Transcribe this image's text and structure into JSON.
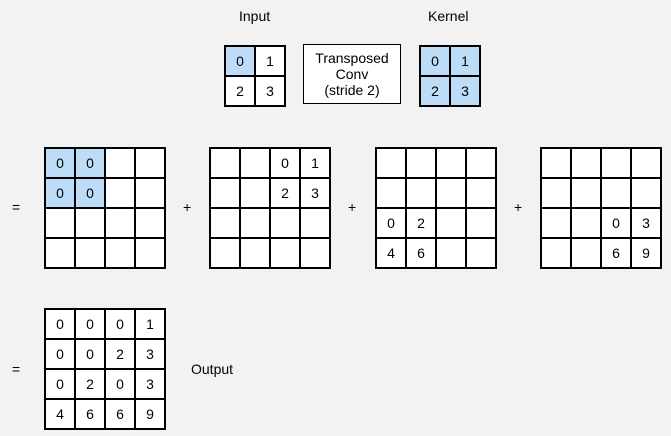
{
  "labels": {
    "input": "Input",
    "kernel": "Kernel",
    "output": "Output"
  },
  "operation": {
    "line1": "Transposed",
    "line2": "Conv",
    "line3": "(stride 2)"
  },
  "symbols": {
    "equals": "=",
    "plus": "+"
  },
  "input": {
    "cells": [
      "0",
      "1",
      "2",
      "3"
    ],
    "highlight": [
      true,
      false,
      false,
      false
    ]
  },
  "kernel": {
    "cells": [
      "0",
      "1",
      "2",
      "3"
    ],
    "highlight": [
      true,
      true,
      true,
      true
    ]
  },
  "partials": [
    {
      "cells": [
        "0",
        "0",
        "",
        "",
        "0",
        "0",
        "",
        "",
        "",
        "",
        "",
        "",
        "",
        "",
        "",
        ""
      ],
      "highlight": [
        true,
        true,
        false,
        false,
        true,
        true,
        false,
        false,
        false,
        false,
        false,
        false,
        false,
        false,
        false,
        false
      ]
    },
    {
      "cells": [
        "",
        "",
        "0",
        "1",
        "",
        "",
        "2",
        "3",
        "",
        "",
        "",
        "",
        "",
        "",
        "",
        ""
      ],
      "highlight": [
        false,
        false,
        false,
        false,
        false,
        false,
        false,
        false,
        false,
        false,
        false,
        false,
        false,
        false,
        false,
        false
      ]
    },
    {
      "cells": [
        "",
        "",
        "",
        "",
        "",
        "",
        "",
        "",
        "0",
        "2",
        "",
        "",
        "4",
        "6",
        "",
        ""
      ],
      "highlight": [
        false,
        false,
        false,
        false,
        false,
        false,
        false,
        false,
        false,
        false,
        false,
        false,
        false,
        false,
        false,
        false
      ]
    },
    {
      "cells": [
        "",
        "",
        "",
        "",
        "",
        "",
        "",
        "",
        "",
        "",
        "0",
        "3",
        "",
        "",
        "6",
        "9"
      ],
      "highlight": [
        false,
        false,
        false,
        false,
        false,
        false,
        false,
        false,
        false,
        false,
        false,
        false,
        false,
        false,
        false,
        false
      ]
    }
  ],
  "output": {
    "cells": [
      "0",
      "0",
      "0",
      "1",
      "0",
      "0",
      "2",
      "3",
      "0",
      "2",
      "0",
      "3",
      "4",
      "6",
      "6",
      "9"
    ]
  },
  "colors": {
    "highlight": "#bcdcf8",
    "background": "#f2f2f2"
  }
}
